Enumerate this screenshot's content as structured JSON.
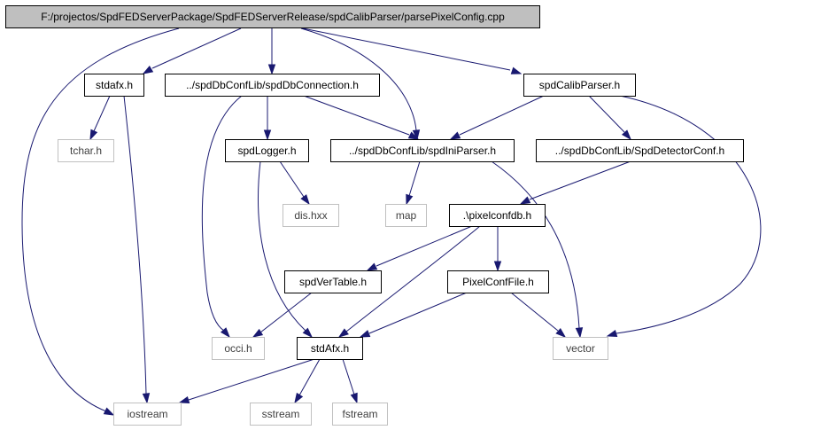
{
  "colors": {
    "edge": "#191970",
    "root_fill": "#bfbfbf",
    "node_fill": "#ffffff",
    "node_border": "#000000",
    "leaf_border": "#c0c0c0",
    "text": "#000000",
    "leaf_text": "#404040"
  },
  "nodes": {
    "root": {
      "label": "F:/projectos/SpdFEDServerPackage/SpdFEDServerRelease/spdCalibParser/parsePixelConfig.cpp",
      "kind": "root"
    },
    "stdafx_h": {
      "label": "stdafx.h",
      "kind": "normal"
    },
    "dbconnection": {
      "label": "../spdDbConfLib/spdDbConnection.h",
      "kind": "normal"
    },
    "calibparser": {
      "label": "spdCalibParser.h",
      "kind": "normal"
    },
    "tchar": {
      "label": "tchar.h",
      "kind": "leaf"
    },
    "logger": {
      "label": "spdLogger.h",
      "kind": "normal"
    },
    "iniparser": {
      "label": "../spdDbConfLib/spdIniParser.h",
      "kind": "normal"
    },
    "detectorconf": {
      "label": "../spdDbConfLib/SpdDetectorConf.h",
      "kind": "normal"
    },
    "dishxx": {
      "label": "dis.hxx",
      "kind": "leaf"
    },
    "map": {
      "label": "map",
      "kind": "leaf"
    },
    "pixelconfdb": {
      "label": ".\\pixelconfdb.h",
      "kind": "normal"
    },
    "vertable": {
      "label": "spdVerTable.h",
      "kind": "normal"
    },
    "pixelconffile": {
      "label": "PixelConfFile.h",
      "kind": "normal"
    },
    "occi": {
      "label": "occi.h",
      "kind": "leaf"
    },
    "stdAfx2": {
      "label": "stdAfx.h",
      "kind": "normal"
    },
    "vector": {
      "label": "vector",
      "kind": "leaf"
    },
    "iostream": {
      "label": "iostream",
      "kind": "leaf"
    },
    "sstream": {
      "label": "sstream",
      "kind": "leaf"
    },
    "fstream": {
      "label": "fstream",
      "kind": "leaf"
    }
  },
  "edges": [
    {
      "from": "root",
      "to": "stdafx_h"
    },
    {
      "from": "root",
      "to": "dbconnection"
    },
    {
      "from": "root",
      "to": "calibparser"
    },
    {
      "from": "root",
      "to": "iniparser"
    },
    {
      "from": "root",
      "to": "iostream"
    },
    {
      "from": "stdafx_h",
      "to": "tchar"
    },
    {
      "from": "stdafx_h",
      "to": "iostream"
    },
    {
      "from": "dbconnection",
      "to": "logger"
    },
    {
      "from": "dbconnection",
      "to": "iniparser"
    },
    {
      "from": "dbconnection",
      "to": "occi"
    },
    {
      "from": "calibparser",
      "to": "iniparser"
    },
    {
      "from": "calibparser",
      "to": "detectorconf"
    },
    {
      "from": "calibparser",
      "to": "vector"
    },
    {
      "from": "logger",
      "to": "dishxx"
    },
    {
      "from": "logger",
      "to": "stdAfx2"
    },
    {
      "from": "iniparser",
      "to": "map"
    },
    {
      "from": "iniparser",
      "to": "vector"
    },
    {
      "from": "detectorconf",
      "to": "pixelconfdb"
    },
    {
      "from": "pixelconfdb",
      "to": "vertable"
    },
    {
      "from": "pixelconfdb",
      "to": "pixelconffile"
    },
    {
      "from": "pixelconfdb",
      "to": "stdAfx2"
    },
    {
      "from": "vertable",
      "to": "occi"
    },
    {
      "from": "pixelconffile",
      "to": "stdAfx2"
    },
    {
      "from": "pixelconffile",
      "to": "vector"
    },
    {
      "from": "stdAfx2",
      "to": "iostream"
    },
    {
      "from": "stdAfx2",
      "to": "sstream"
    },
    {
      "from": "stdAfx2",
      "to": "fstream"
    }
  ]
}
